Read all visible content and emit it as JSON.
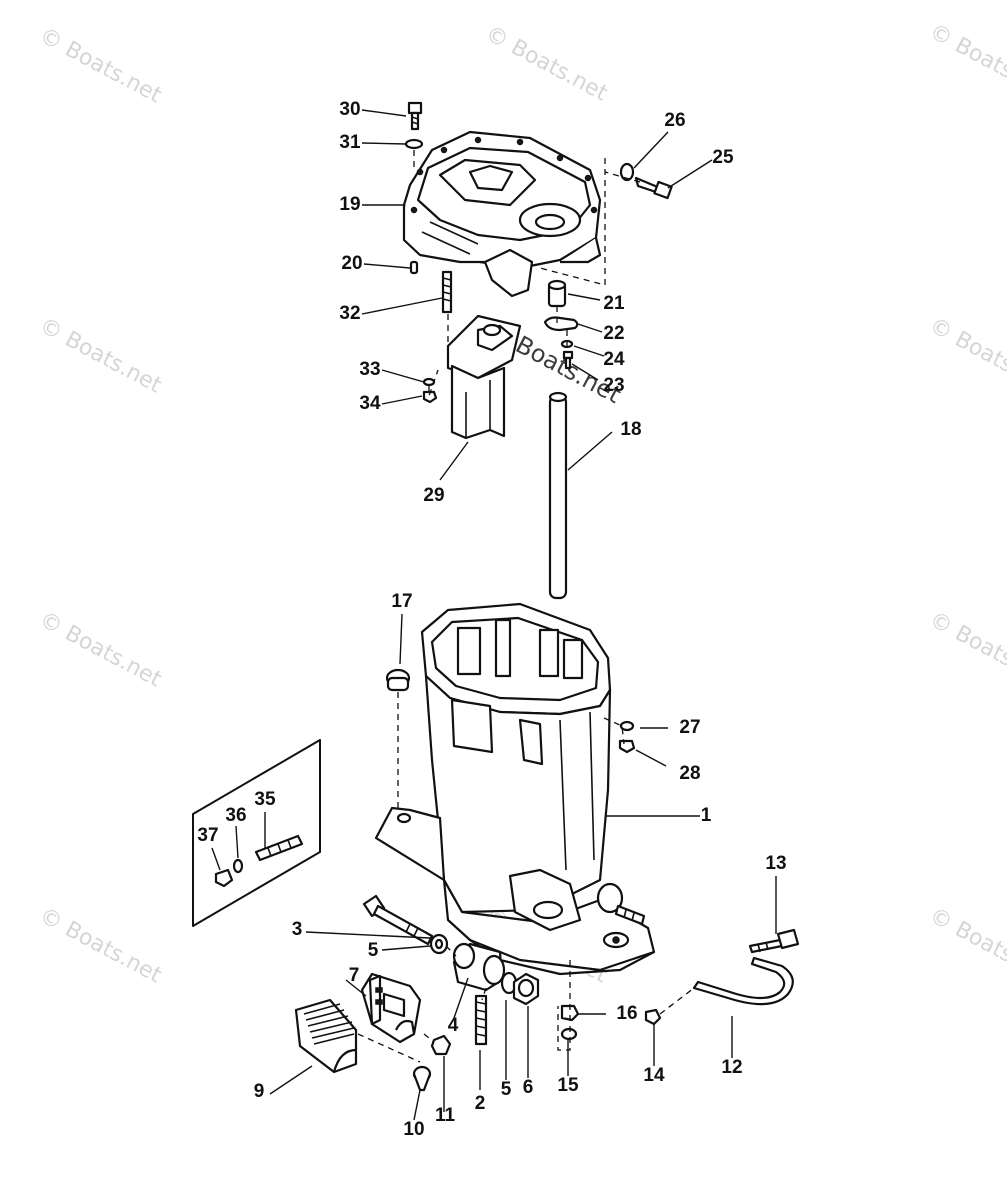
{
  "watermark": {
    "text": "© Boats.net",
    "color": "#c8c8c8"
  },
  "callouts": [
    {
      "id": "1",
      "label": "1"
    },
    {
      "id": "2",
      "label": "2"
    },
    {
      "id": "3",
      "label": "3"
    },
    {
      "id": "4",
      "label": "4"
    },
    {
      "id": "5a",
      "label": "5"
    },
    {
      "id": "5b",
      "label": "5"
    },
    {
      "id": "6",
      "label": "6"
    },
    {
      "id": "7",
      "label": "7"
    },
    {
      "id": "9",
      "label": "9"
    },
    {
      "id": "10",
      "label": "10"
    },
    {
      "id": "11",
      "label": "11"
    },
    {
      "id": "12",
      "label": "12"
    },
    {
      "id": "13",
      "label": "13"
    },
    {
      "id": "14",
      "label": "14"
    },
    {
      "id": "15",
      "label": "15"
    },
    {
      "id": "16",
      "label": "16"
    },
    {
      "id": "17",
      "label": "17"
    },
    {
      "id": "18",
      "label": "18"
    },
    {
      "id": "19",
      "label": "19"
    },
    {
      "id": "20",
      "label": "20"
    },
    {
      "id": "21",
      "label": "21"
    },
    {
      "id": "22",
      "label": "22"
    },
    {
      "id": "23",
      "label": "23"
    },
    {
      "id": "24",
      "label": "24"
    },
    {
      "id": "25",
      "label": "25"
    },
    {
      "id": "26",
      "label": "26"
    },
    {
      "id": "27",
      "label": "27"
    },
    {
      "id": "28",
      "label": "28"
    },
    {
      "id": "29",
      "label": "29"
    },
    {
      "id": "30",
      "label": "30"
    },
    {
      "id": "31",
      "label": "31"
    },
    {
      "id": "32",
      "label": "32"
    },
    {
      "id": "33",
      "label": "33"
    },
    {
      "id": "34",
      "label": "34"
    },
    {
      "id": "35",
      "label": "35"
    },
    {
      "id": "36",
      "label": "36"
    },
    {
      "id": "37",
      "label": "37"
    }
  ]
}
